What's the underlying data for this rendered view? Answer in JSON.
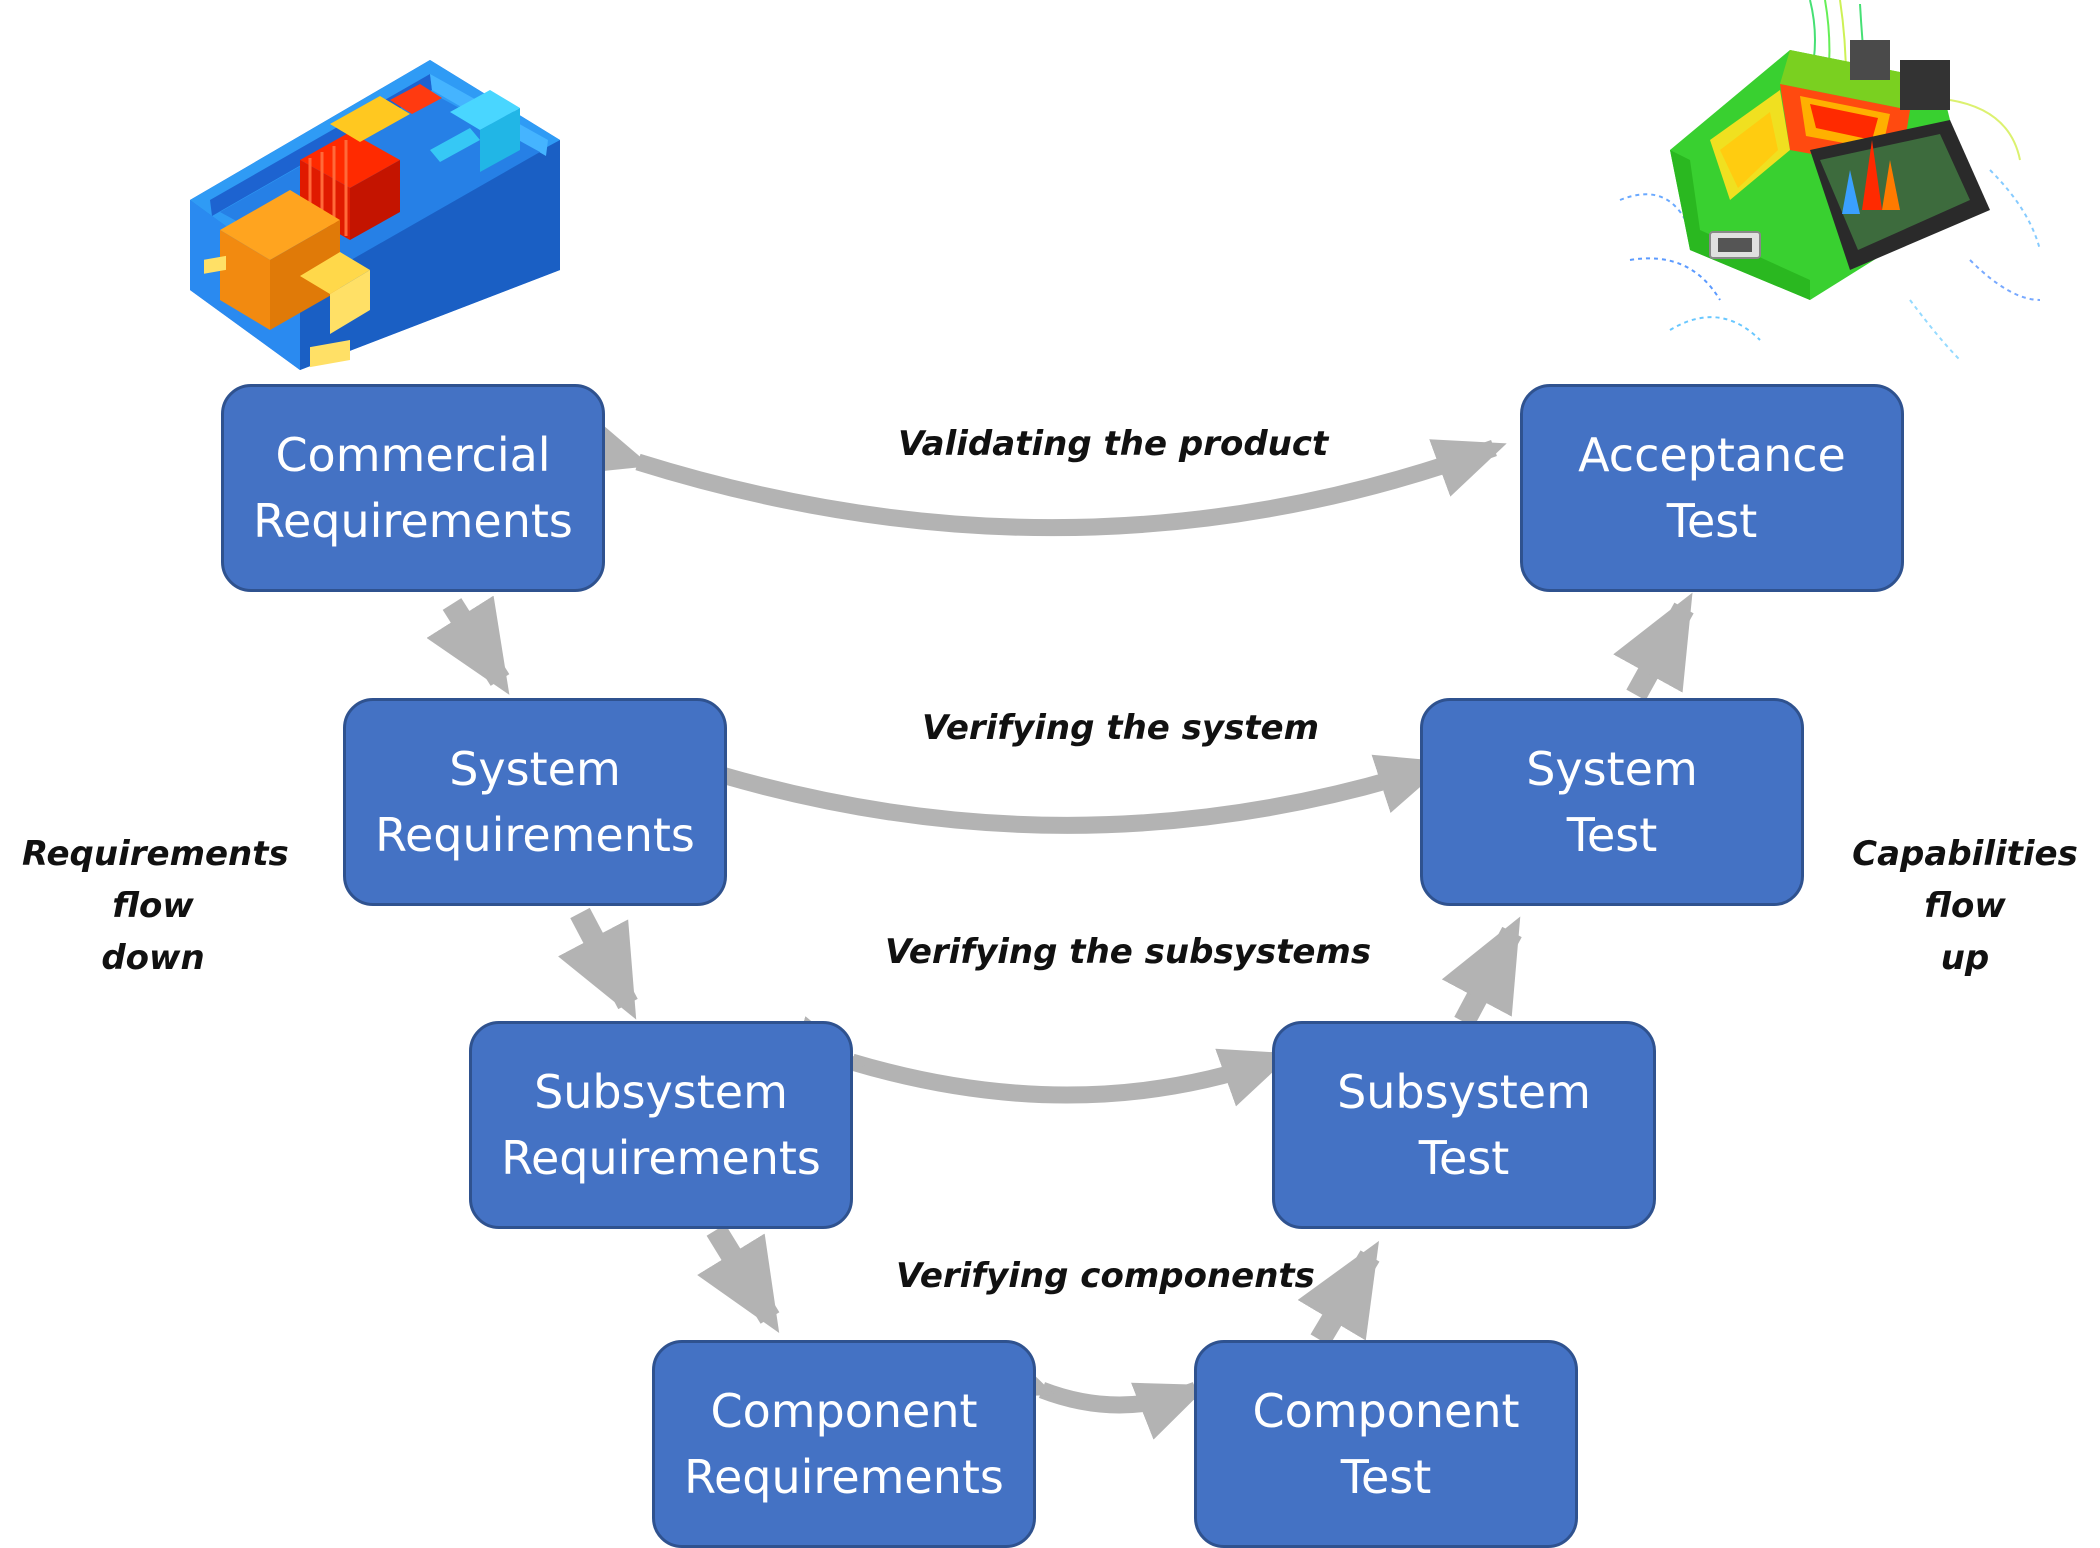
{
  "boxes": {
    "commercial_requirements": [
      "Commercial",
      "Requirements"
    ],
    "system_requirements": [
      "System",
      "Requirements"
    ],
    "subsystem_requirements": [
      "Subsystem",
      "Requirements"
    ],
    "component_requirements": [
      "Component",
      "Requirements"
    ],
    "acceptance_test": [
      "Acceptance",
      "Test"
    ],
    "system_test": [
      "System",
      "Test"
    ],
    "subsystem_test": [
      "Subsystem",
      "Test"
    ],
    "component_test": [
      "Component",
      "Test"
    ]
  },
  "labels": {
    "validating_product": "Validating the product",
    "verifying_system": "Verifying the system",
    "verifying_subsystems": "Verifying the subsystems",
    "verifying_components": "Verifying components"
  },
  "side_labels": {
    "left": [
      "Requirements",
      "flow",
      "down"
    ],
    "right": [
      "Capabilities",
      "flow",
      "up"
    ]
  },
  "colors": {
    "box_fill": "#4472c4",
    "box_border": "#2f528f",
    "arrow": "#b3b3b3",
    "text_on_box": "#ffffff"
  }
}
